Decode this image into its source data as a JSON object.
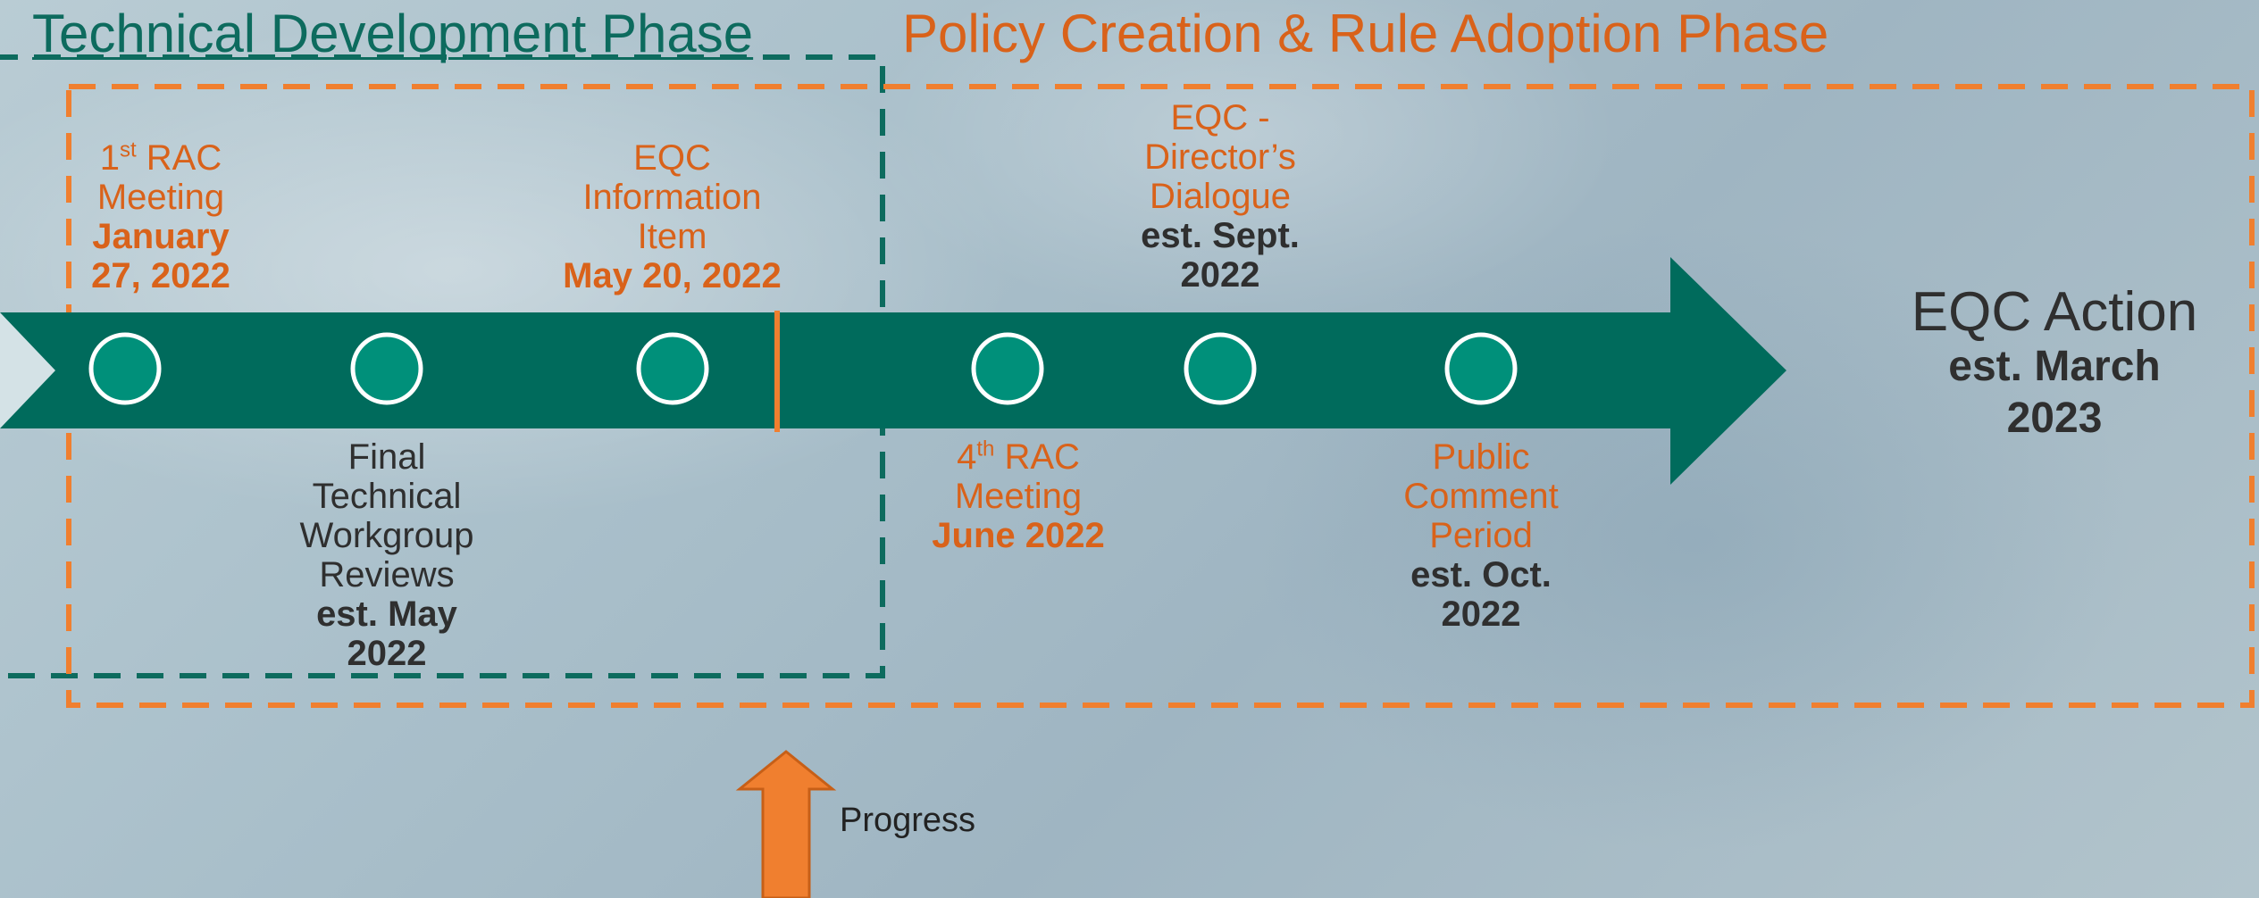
{
  "phases": {
    "technical": "Technical Development Phase",
    "policy": "Policy Creation & Rule Adoption Phase"
  },
  "milestones": {
    "rac1": {
      "label": "1",
      "sup": "st",
      "label_rest": " RAC Meeting",
      "date": "January 27, 2022"
    },
    "final_tech": {
      "label": "Final Technical Workgroup Reviews",
      "date": "est. May 2022"
    },
    "eqc_info": {
      "label": "EQC Information Item",
      "date": "May 20, 2022"
    },
    "rac4": {
      "label": "4",
      "sup": "th",
      "label_rest": " RAC Meeting",
      "date": "June 2022"
    },
    "eqc_director": {
      "label": "EQC - Director’s Dialogue",
      "date": "est. Sept. 2022"
    },
    "public_comment": {
      "label": "Public Comment Period",
      "date": "est. Oct. 2022"
    },
    "eqc_action": {
      "label": "EQC Action",
      "date": "est. March 2023"
    }
  },
  "progress": {
    "label": "Progress"
  },
  "colors": {
    "teal": "#006b5c",
    "circle_fill": "#00907a",
    "orange": "#f07f2f",
    "orange_text": "#d9621a",
    "dark_text": "#2f2f2f"
  }
}
